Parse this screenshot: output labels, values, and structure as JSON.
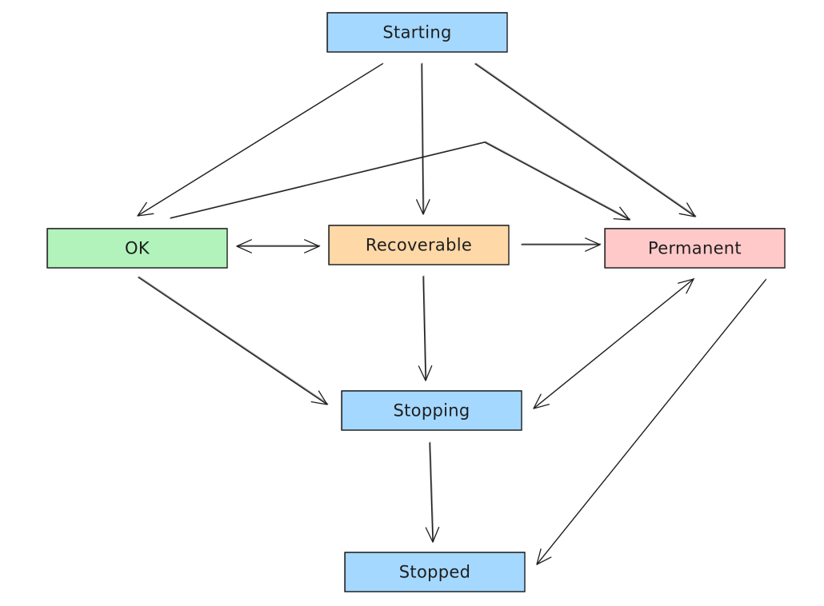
{
  "diagram": {
    "nodes": [
      {
        "id": "starting",
        "label": "Starting",
        "color": "#a5d8ff"
      },
      {
        "id": "ok",
        "label": "OK",
        "color": "#b2f2bb"
      },
      {
        "id": "recoverable",
        "label": "Recoverable",
        "color": "#ffd8a8"
      },
      {
        "id": "permanent",
        "label": "Permanent",
        "color": "#ffc9c9"
      },
      {
        "id": "stopping",
        "label": "Stopping",
        "color": "#a5d8ff"
      },
      {
        "id": "stopped",
        "label": "Stopped",
        "color": "#a5d8ff"
      }
    ],
    "edges": [
      {
        "from": "starting",
        "to": "ok",
        "directed": true
      },
      {
        "from": "starting",
        "to": "recoverable",
        "directed": true
      },
      {
        "from": "starting",
        "to": "permanent",
        "directed": true
      },
      {
        "from": "ok",
        "to": "permanent",
        "directed": true
      },
      {
        "from": "ok",
        "to": "recoverable",
        "bidirectional": true
      },
      {
        "from": "recoverable",
        "to": "permanent",
        "directed": true
      },
      {
        "from": "ok",
        "to": "stopping",
        "directed": true
      },
      {
        "from": "recoverable",
        "to": "stopping",
        "directed": true
      },
      {
        "from": "permanent",
        "to": "stopping",
        "bidirectional": true
      },
      {
        "from": "permanent",
        "to": "stopped",
        "directed": true
      },
      {
        "from": "stopping",
        "to": "stopped",
        "directed": true
      }
    ],
    "stroke_color": "#1e1e1e"
  }
}
